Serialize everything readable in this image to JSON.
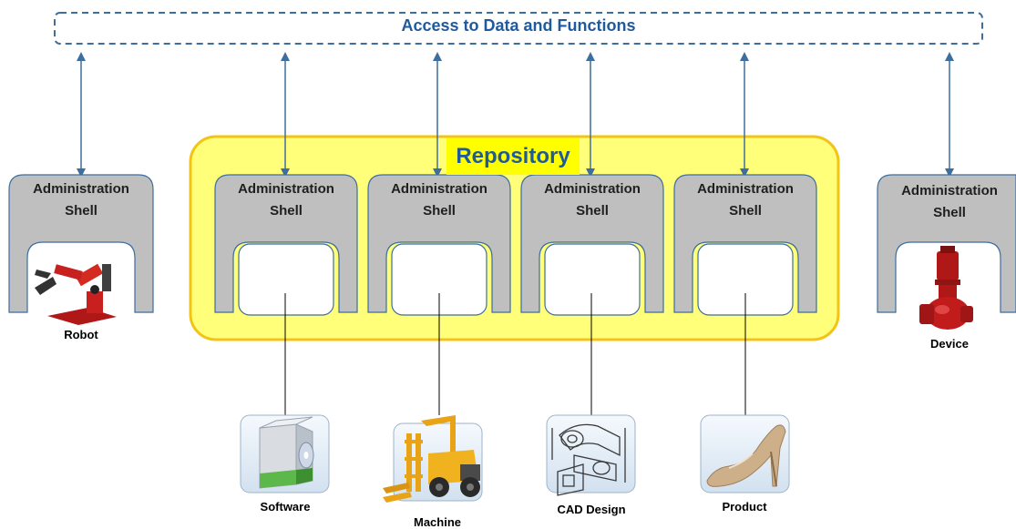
{
  "access": {
    "title": "Access to Data and Functions"
  },
  "repository": {
    "title": "Repository"
  },
  "shells": [
    {
      "title_line1": "Administration",
      "title_line2": "Shell",
      "asset_label": "Robot"
    },
    {
      "title_line1": "Administration",
      "title_line2": "Shell",
      "asset_label": "Software"
    },
    {
      "title_line1": "Administration",
      "title_line2": "Shell",
      "asset_label": "Machine"
    },
    {
      "title_line1": "Administration",
      "title_line2": "Shell",
      "asset_label": "CAD Design"
    },
    {
      "title_line1": "Administration",
      "title_line2": "Shell",
      "asset_label": "Product"
    },
    {
      "title_line1": "Administration",
      "title_line2": "Shell",
      "asset_label": "Device"
    }
  ],
  "colors": {
    "accent_blue": "#1f5a9b",
    "arrow_blue": "#3d6e9e",
    "repository_fill": "#ffff7a",
    "repository_border": "#f3c316",
    "shell_gray": "#bfbfbf",
    "robot_red": "#c8201e",
    "device_red": "#b01717"
  },
  "icons": {
    "robot": "robot-arm-icon",
    "software": "software-box-icon",
    "machine": "forklift-icon",
    "cad": "cad-drawing-icon",
    "product": "high-heel-shoe-icon",
    "device": "pump-icon"
  }
}
